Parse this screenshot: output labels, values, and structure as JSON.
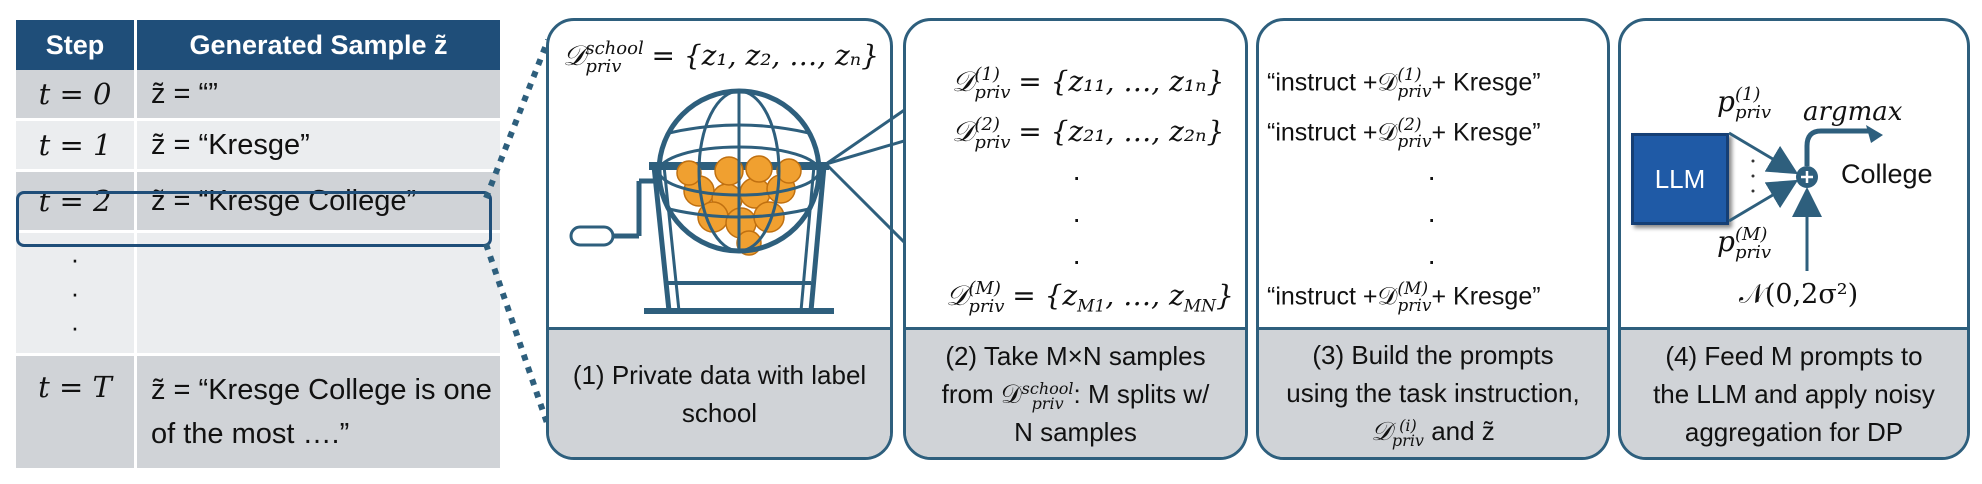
{
  "table": {
    "header_step": "Step",
    "header_sample": "Generated Sample z̃",
    "rows": [
      {
        "step": "t = 0",
        "sample": "z̃ = “”"
      },
      {
        "step": "t = 1",
        "sample": "z̃ = “Kresge”"
      },
      {
        "step": "t = 2",
        "sample": "z̃ = “Kresge College”"
      },
      {
        "step": "·\n·\n·",
        "sample": ""
      },
      {
        "step": "t = T",
        "sample": "z̃ = “Kresge College is one of the most ….”"
      }
    ]
  },
  "panel1": {
    "formula": "D_priv^school = {z1, z2, …, zn}",
    "formula_lhs": "𝒟",
    "formula_sup": "school",
    "formula_sub": "priv",
    "formula_rhs": "= {z₁, z₂, …, zₙ}",
    "caption": "(1) Private data with label school"
  },
  "panel2": {
    "row1_sup": "(1)",
    "row1_rhs": "= {z₁₁, …, z₁ₙ}",
    "row2_sup": "(2)",
    "row2_rhs": "= {z₂₁, …, z₂ₙ}",
    "rowM_sup": "(M)",
    "rowM_rhs": "= {z_M1, …, z_MN}",
    "rowM_rhs_a": "= {z",
    "rowM_rhs_sub1": "M1",
    "rowM_rhs_mid": ", …, z",
    "rowM_rhs_sub2": "MN",
    "rowM_rhs_end": "}",
    "sub": "priv",
    "caption_a": "(2) Take M×N samples",
    "caption_b": "from 𝒟",
    "caption_b_sup": "school",
    "caption_b_sub": "priv",
    "caption_b_end": ": M splits w/",
    "caption_c": "N samples"
  },
  "panel3": {
    "prefix": "“instruct +𝒟",
    "suffix": "+ Kresge”",
    "sup1": "(1)",
    "sup2": "(2)",
    "supM": "(M)",
    "sub": "priv",
    "caption_a": "(3) Build the prompts",
    "caption_b": "using the task instruction,",
    "caption_c_sup": "(i)",
    "caption_c_sub": "priv",
    "caption_c_end": "and z̃"
  },
  "panel4": {
    "llm_label": "LLM",
    "p1_sup": "(1)",
    "pM_sup": "(M)",
    "sub": "priv",
    "argmax": "argmax",
    "output": "College",
    "noise": "𝒩(0,2σ²)",
    "caption_a": "(4) Feed M prompts to",
    "caption_b": "the LLM and apply noisy",
    "caption_c": "aggregation for DP"
  },
  "colors": {
    "header": "#1f4e79",
    "row_dark": "#d0d3d7",
    "row_light": "#ebedef",
    "panel_border": "#2e5f7d",
    "llm": "#1f5aa6",
    "ball": "#f0a030"
  }
}
